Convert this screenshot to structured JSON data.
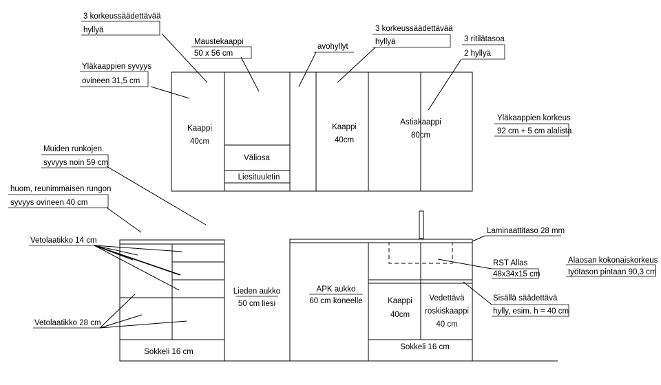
{
  "labels": {
    "upper_shelf_left_1": "3 korkeussäädettävää",
    "upper_shelf_left_2": "hyllyä",
    "spice_cab_1": "Maustekaappi",
    "spice_cab_2": "50 x 56 cm",
    "open_shelves": "avohyllyt",
    "upper_shelf_right_1": "3 korkeussäädettävää",
    "upper_shelf_right_2": "hyllyä",
    "grate_shelf_1": "3 ritilätasoa",
    "grate_shelf_2": "2 hyllyä",
    "upper_depth_1": "Yläkaappien syvyys",
    "upper_depth_2": "ovineen 31,5 cm",
    "cab_left_1": "Kaappi",
    "cab_left_2": "40cm",
    "cab_mid_1": "Kaappi",
    "cab_mid_2": "40cm",
    "dish_cab_1": "Astiakaappi",
    "dish_cab_2": "80cm",
    "valiosa": "Väliosa",
    "hood": "Liesituuletin",
    "upper_height_1": "Yläkaappien korkeus",
    "upper_height_2": "92 cm + 5 cm alalista",
    "frame_depth_1": "Muiden runkojen",
    "frame_depth_2": "syvyys noin 59 cm",
    "edge_frame_1": "huom, reunimmaisen rungon",
    "edge_frame_2": "syvyys ovineen 40 cm",
    "drawer14": "Vetolaatikko 14 cm",
    "drawer28": "Vetolaatikko 28 cm",
    "stove_1": "Lieden aukko",
    "stove_2": "50 cm liesi",
    "dishwasher_1": "APK aukko",
    "dishwasher_2": "60 cm koneelle",
    "countertop": "Laminaattitaso 28 mm",
    "sink_1": "RST Allas",
    "sink_2": "48x34x15 cm",
    "total_height_1": "Alaosan kokonaiskorkeus",
    "total_height_2": "työtason pintaan 90,3 cm",
    "cab_bottom_1": "Kaappi",
    "cab_bottom_2": "40cm",
    "pullout_1": "Vedettävä",
    "pullout_2": "roskiskaappi",
    "pullout_3": "40 cm",
    "inner_shelf_1": "Sisällä säädettävä",
    "inner_shelf_2": "hylly, esim. h = 40 cm",
    "plinth_left": "Sokkeli 16 cm",
    "plinth_right": "Sokkeli 16 cm"
  }
}
